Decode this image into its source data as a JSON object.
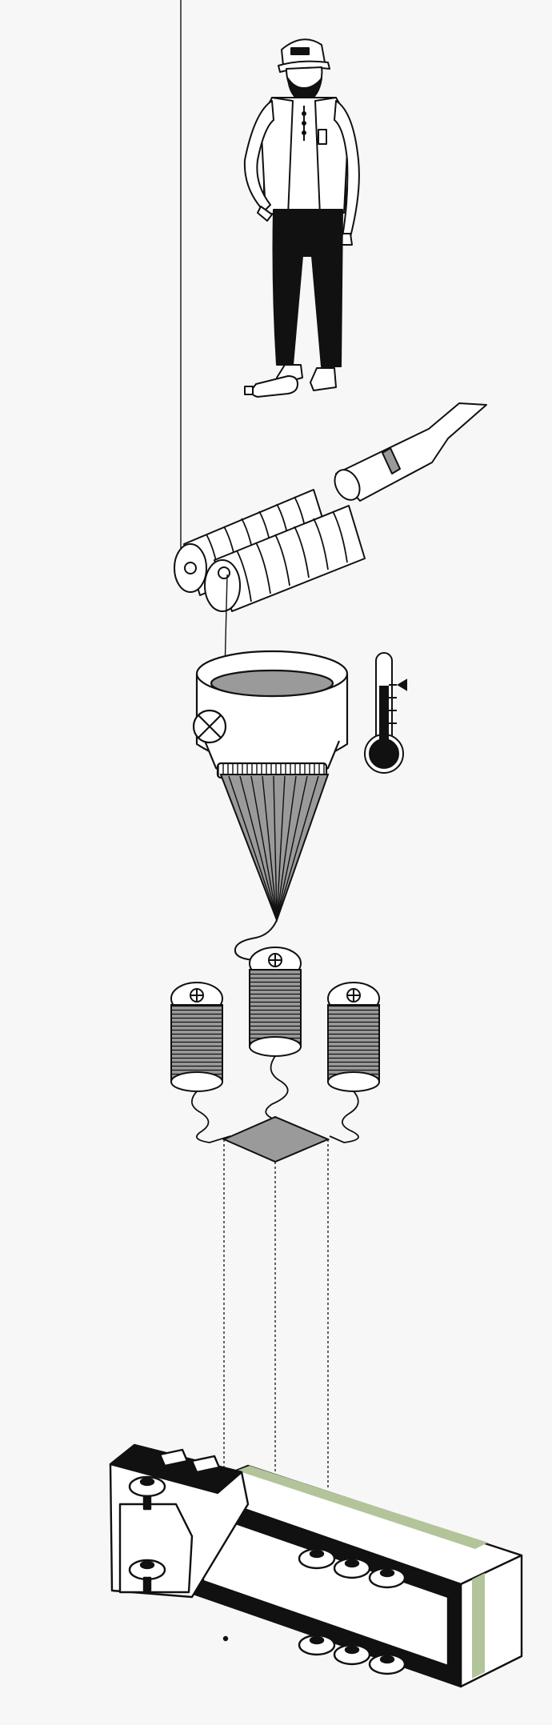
{
  "figure": {
    "stages": [
      {
        "id": "collector",
        "icon": "person-icon"
      },
      {
        "id": "bottle",
        "icon": "plastic-bottle-icon"
      },
      {
        "id": "shredder",
        "icon": "shredder-rollers-icon"
      },
      {
        "id": "melt",
        "icon": "melting-vat-icon"
      },
      {
        "id": "heat",
        "icon": "thermometer-icon"
      },
      {
        "id": "spin",
        "icon": "spinneret-cone-icon"
      },
      {
        "id": "yarn",
        "icon": "yarn-spools-icon"
      },
      {
        "id": "fabric",
        "icon": "fabric-swatch-icon"
      },
      {
        "id": "shoe",
        "icon": "sneaker-icon"
      }
    ],
    "colors": {
      "ink": "#111111",
      "background": "#f7f7f7",
      "fill_gray": "#9a9a9a",
      "accent_green": "#b3c49a"
    }
  }
}
